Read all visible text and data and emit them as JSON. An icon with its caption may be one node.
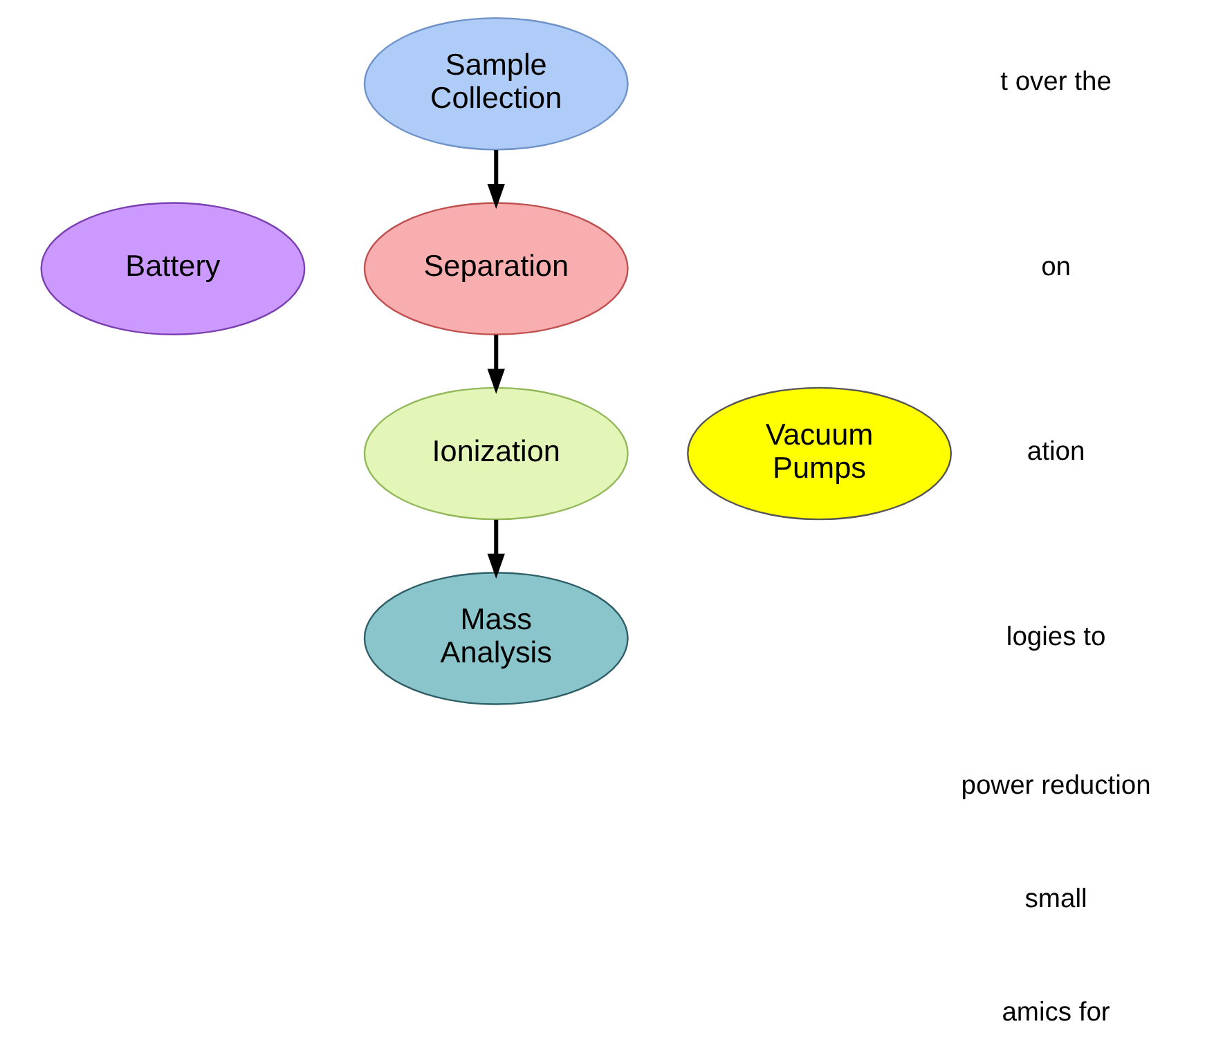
{
  "diagram": {
    "nodes": [
      {
        "text": [
          "Sample Collection"
        ]
      },
      {
        "text": [
          "Separation"
        ]
      },
      {
        "text": [
          "Ionization"
        ]
      },
      {
        "text": [
          "Mass Analysis"
        ]
      },
      {
        "text": [
          "Battery"
        ]
      },
      {
        "text": [
          "Vacuum Pumps"
        ]
      }
    ],
    "edges": [
      {
        "from": 0,
        "to": 1,
        "arrow": "to"
      },
      {
        "from": 1,
        "to": 2,
        "arrow": "to"
      },
      {
        "from": 2,
        "to": 3,
        "arrow": "to"
      }
    ],
    "labels": [
      "t over the",
      "on",
      "ation",
      "logies to",
      "power reduction",
      "small",
      "amics for"
    ]
  }
}
